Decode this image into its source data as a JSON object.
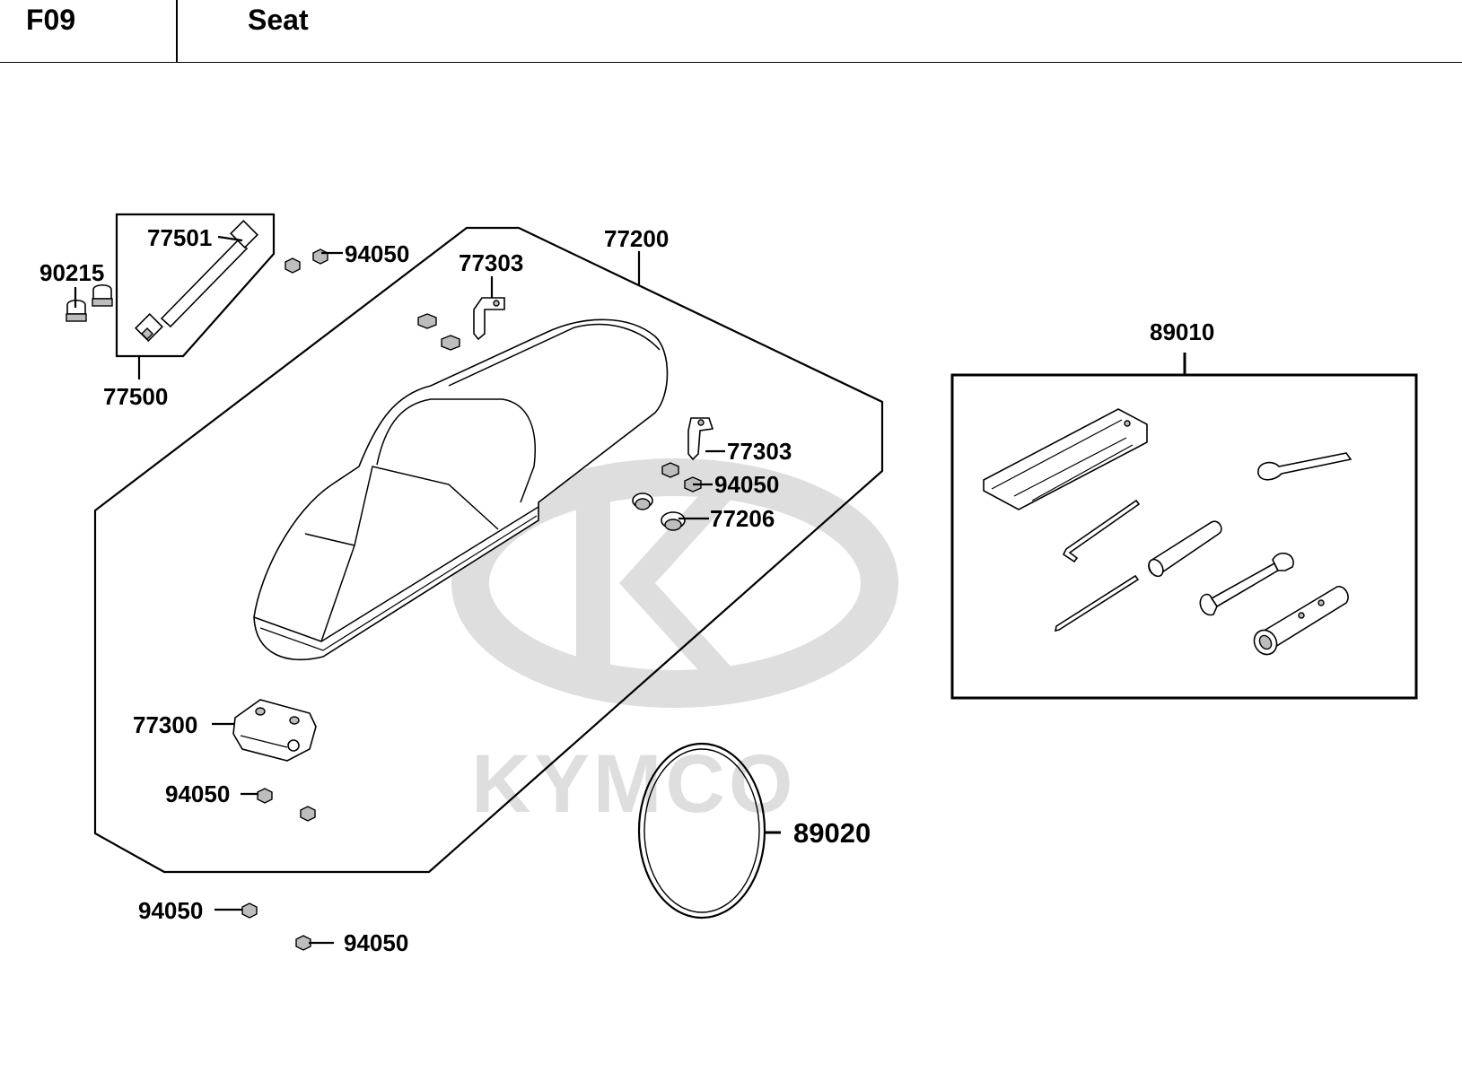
{
  "header": {
    "code": "F09",
    "title": "Seat"
  },
  "watermark": {
    "brand": "KYMCO",
    "color": "#dedede"
  },
  "callouts": {
    "p77501": "77501",
    "p90215": "90215",
    "p77500": "77500",
    "p94050_top": "94050",
    "p77303_top": "77303",
    "p77200": "77200",
    "p77303_right": "77303",
    "p94050_right": "94050",
    "p77206": "77206",
    "p77300": "77300",
    "p94050_left": "94050",
    "p94050_bottom_a": "94050",
    "p94050_bottom_b": "94050",
    "p89020": "89020",
    "p89010": "89010"
  }
}
